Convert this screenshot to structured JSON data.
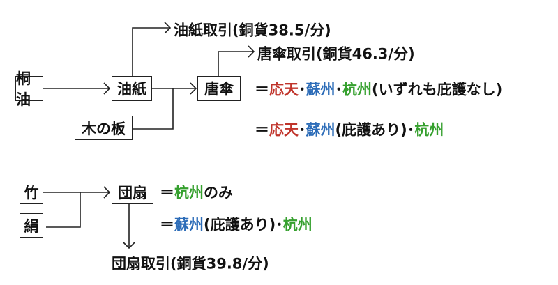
{
  "colors": {
    "red": "#c0342b",
    "blue": "#2c6cb8",
    "green": "#35a02e"
  },
  "top": {
    "nodes": {
      "tung_oil": "桐油",
      "oil_paper": "油紙",
      "wood_board": "木の板",
      "umbrella": "唐傘"
    },
    "oil_paper_trade": "油紙取引(銅貨38.5/分)",
    "umbrella_trade": "唐傘取引(銅貨46.3/分)",
    "line1": {
      "eq": "＝",
      "a": "応天",
      "sep1": "･",
      "b": "蘇州",
      "sep2": "･",
      "c": "杭州",
      "note": "(いずれも庇護なし)"
    },
    "line2": {
      "eq": "＝",
      "a": "応天",
      "sep1": "･",
      "b": "蘇州",
      "note": "(庇護あり)･",
      "c": "杭州"
    }
  },
  "bottom": {
    "nodes": {
      "bamboo": "竹",
      "silk": "絹",
      "fan": "団扇"
    },
    "fan_trade": "団扇取引(銅貨39.8/分)",
    "line1": {
      "eq": "＝",
      "a": "杭州",
      "note": "のみ"
    },
    "line2": {
      "eq": "＝",
      "a": "蘇州",
      "note": "(庇護あり)･",
      "b": "杭州"
    }
  }
}
